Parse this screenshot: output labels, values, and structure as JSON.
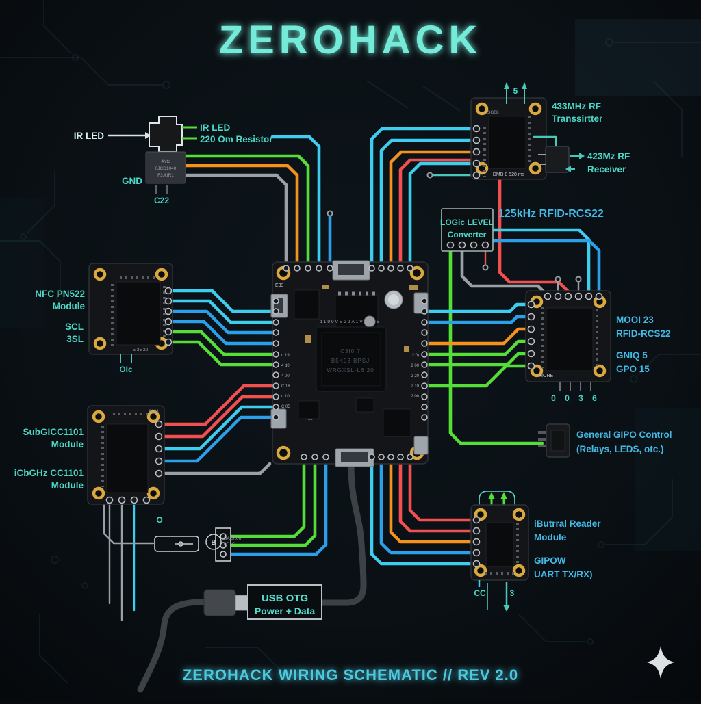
{
  "title": "ZEROHACK",
  "footer": "ZEROHACK WIRING SCHEMATIC // REV 2.0",
  "colors": {
    "background": "#0a1014",
    "title_teal": "#74ead8",
    "label_teal": "#4cd6c5",
    "label_blue": "#44b9e6",
    "wire_blue": "#2b9fe8",
    "wire_cyan": "#3ecdee",
    "wire_green": "#55dd38",
    "wire_orange": "#f5921e",
    "wire_red": "#f25050",
    "wire_gray": "#9aa0a6",
    "wire_teal": "#49c7b8",
    "pcb_black": "#141519",
    "gold": "#d9a93f"
  },
  "ir": {
    "left_label": "IR LED",
    "led_label": "IR LED",
    "resistor_label": "220 Om Resistor",
    "gnd": "GND",
    "c22": "C22",
    "chip_lines": [
      "4Ytc",
      "0JCD1040",
      "F3JUR1"
    ]
  },
  "rf": {
    "tx1": "433MHz RF",
    "tx2": "Transsirtter",
    "rx1": "423Mz RF",
    "rx2": "Receiver",
    "top_pin": "5",
    "pcb_top": "SG08",
    "pcb_bottom": "DMB 8   528 ms"
  },
  "converter": {
    "l1": "LOGic LEVEL",
    "l2": "Converter"
  },
  "rfid125": "125kHz RFID-RCS22",
  "nfc": {
    "l1": "NFC PN522",
    "l2": "Module",
    "scl": "SCL",
    "scl2": "3SL",
    "bottom": "OIc",
    "micro": "E 35 22"
  },
  "mosi": {
    "l1": "MOOI 23",
    "l2": "RFID-RCS22",
    "g1": "GNIQ 5",
    "g2": "GPO 15",
    "pcb": "RORE",
    "digits": "0 0 3 6"
  },
  "subghz": {
    "a1": "SubGICC1101",
    "a2": "Module",
    "b1": "iCbGHz CC1101",
    "b2": "Module",
    "bottom": "O",
    "micro": "8881"
  },
  "gpio": {
    "l1": "General GIPO Control",
    "l2": "(Relays, LEDS, otc.)"
  },
  "ibutton": {
    "l1": "iButrral Reader",
    "l2": "Module",
    "g1": "GIPOW",
    "g2": "UART TX/RX)",
    "cc": "CC",
    "three": "3"
  },
  "usb": {
    "l1": "USB OTG",
    "l2": "Power + Data"
  },
  "board": {
    "e33": "E33",
    "soc": [
      "C3I0 7",
      "B5K03 BPSJ",
      "WRGXSL-L6 20"
    ],
    "micro1": "1199VE29A1V1G1E",
    "micro2": "P68",
    "pins_left": [
      "d 19",
      "4 d0",
      "4 00",
      "C 18",
      "d 10",
      "C 05"
    ],
    "pins_right": [
      "2 0)",
      "2 00",
      "2 20",
      "2 10",
      "2 00"
    ]
  },
  "misc": {
    "b_tag": "B",
    "tiny1": "BACR06",
    "tiny2": "0D3C"
  }
}
